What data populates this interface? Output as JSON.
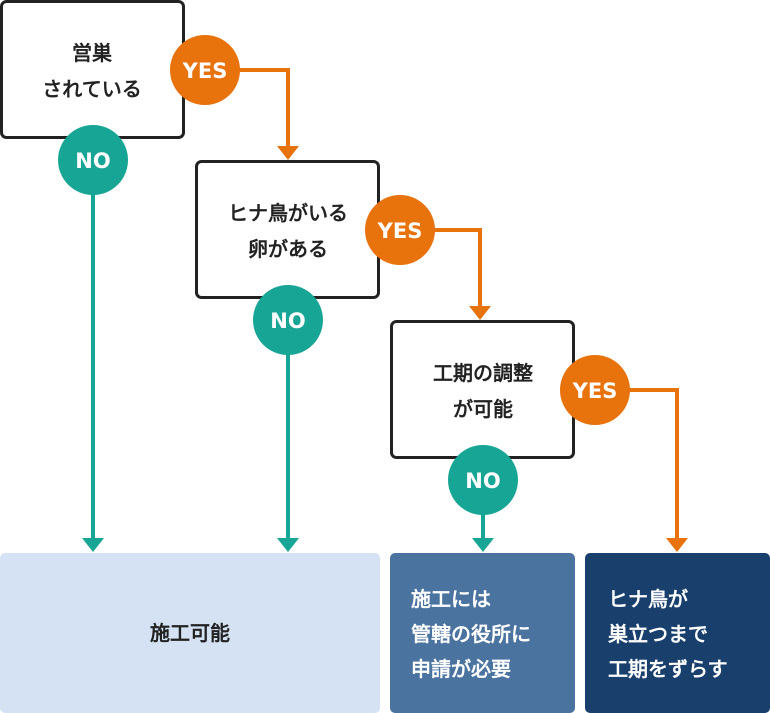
{
  "colors": {
    "yes": "#E8720C",
    "no": "#17A595",
    "outcome_1_bg": "#D4E2F3",
    "outcome_2_bg": "#4B73A0",
    "outcome_3_bg": "#193F6C"
  },
  "questions": [
    {
      "lines": [
        "営巣",
        "されている"
      ]
    },
    {
      "lines": [
        "ヒナ鳥がいる",
        "卵がある"
      ]
    },
    {
      "lines": [
        "工期の調整",
        "が可能"
      ]
    }
  ],
  "labels": {
    "yes": "YES",
    "no": "NO"
  },
  "outcomes": [
    {
      "lines": [
        "施工可能"
      ]
    },
    {
      "lines": [
        "施工には",
        "管轄の役所に",
        "申請が必要"
      ]
    },
    {
      "lines": [
        "ヒナ鳥が",
        "巣立つまで",
        "工期をずらす"
      ]
    }
  ]
}
